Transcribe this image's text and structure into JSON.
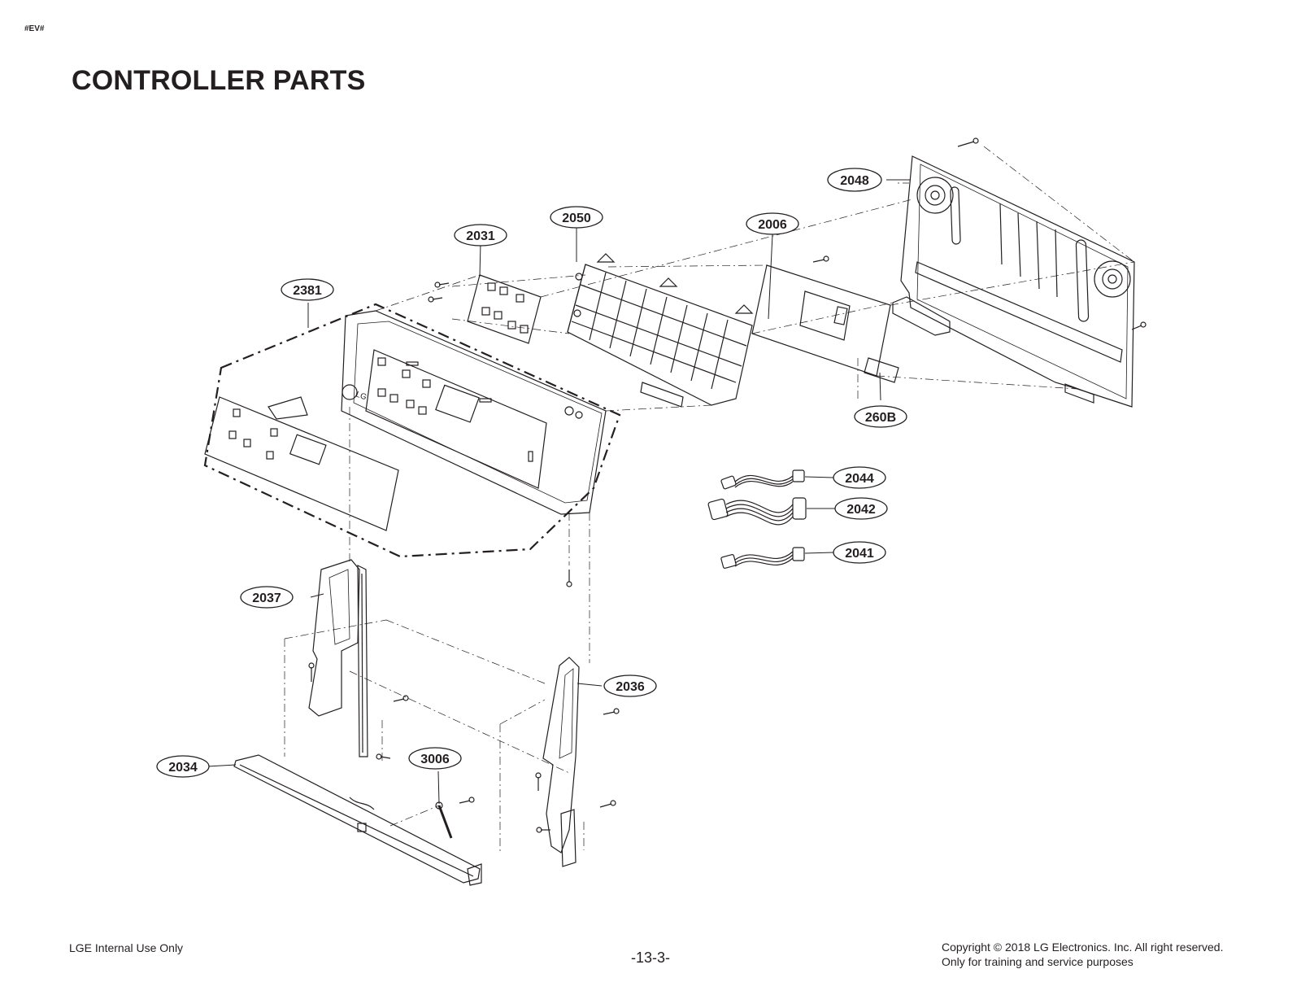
{
  "header": {
    "tag": "#EV#",
    "title": "CONTROLLER PARTS"
  },
  "diagram": {
    "callouts": [
      {
        "id": "c2048",
        "label": "2048"
      },
      {
        "id": "c2050",
        "label": "2050"
      },
      {
        "id": "c2006",
        "label": "2006"
      },
      {
        "id": "c2031",
        "label": "2031"
      },
      {
        "id": "c2381",
        "label": "2381"
      },
      {
        "id": "c260B",
        "label": "260B"
      },
      {
        "id": "c2044",
        "label": "2044"
      },
      {
        "id": "c2042",
        "label": "2042"
      },
      {
        "id": "c2041",
        "label": "2041"
      },
      {
        "id": "c2037",
        "label": "2037"
      },
      {
        "id": "c2036",
        "label": "2036"
      },
      {
        "id": "c2034",
        "label": "2034"
      },
      {
        "id": "c3006",
        "label": "3006"
      }
    ],
    "logo_text": "LG"
  },
  "footer": {
    "left": "LGE Internal Use Only",
    "page": "-13-3-",
    "copyright_line1": "Copyright © 2018 LG Electronics. Inc. All right reserved.",
    "copyright_line2": "Only for training and service purposes"
  }
}
